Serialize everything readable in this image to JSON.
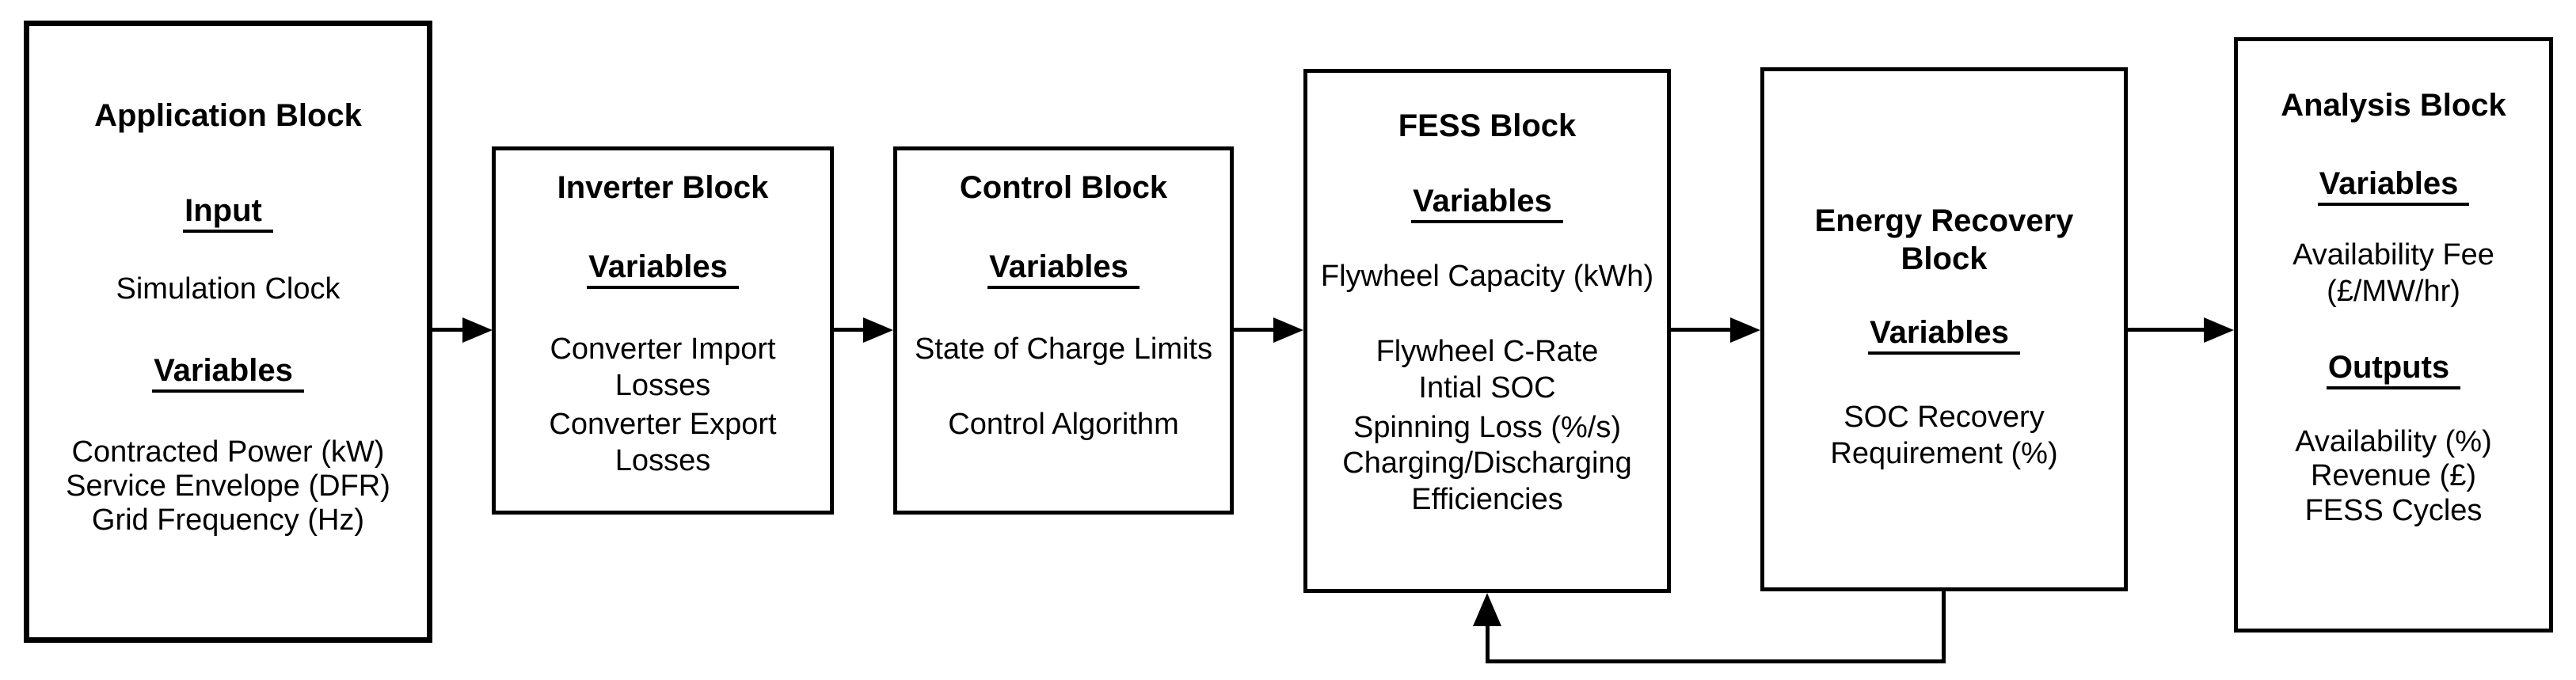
{
  "page": {
    "background_color": "#ffffff",
    "line_color": "#000000"
  },
  "blocks": {
    "application": {
      "title": "Application Block",
      "input_header": "Input",
      "input_items": [
        "Simulation Clock"
      ],
      "variables_header": "Variables",
      "variables_items": [
        "Contracted Power (kW)",
        "Service Envelope (DFR)",
        "Grid Frequency (Hz)"
      ]
    },
    "inverter": {
      "title": "Inverter Block",
      "variables_header": "Variables",
      "variables_items": [
        "Converter Import Losses",
        "Converter Export Losses"
      ]
    },
    "control": {
      "title": "Control Block",
      "variables_header": "Variables",
      "variables_items": [
        "State of Charge Limits",
        "Control Algorithm"
      ]
    },
    "fess": {
      "title": "FESS Block",
      "variables_header": "Variables",
      "variables_items": [
        "Flywheel Capacity (kWh)",
        "Flywheel C-Rate",
        "Intial SOC",
        "Spinning Loss (%/s)",
        "Charging/Discharging Efficiencies"
      ]
    },
    "energy_recovery": {
      "title": "Energy Recovery Block",
      "variables_header": "Variables",
      "variables_items": [
        "SOC Recovery Requirement (%)"
      ]
    },
    "analysis": {
      "title": "Analysis Block",
      "variables_header": "Variables",
      "variables_items": [
        "Availability Fee (£/MW/hr)"
      ],
      "outputs_header": "Outputs",
      "outputs_items": [
        "Availability (%)",
        "Revenue (£)",
        "FESS Cycles"
      ]
    }
  }
}
